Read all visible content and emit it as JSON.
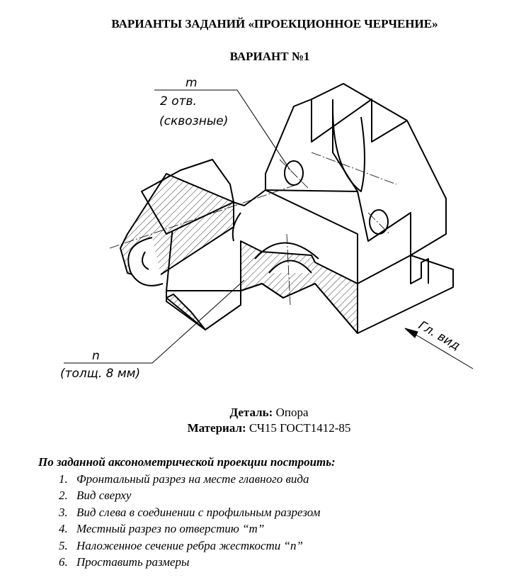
{
  "title": "ВАРИАНТЫ ЗАДАНИЙ  «ПРОЕКЦИОННОЕ ЧЕРЧЕНИЕ»",
  "variant": "ВАРИАНТ №1",
  "drawing": {
    "label_m": {
      "letter": "m",
      "line1": "2 отв.",
      "line2": "(сквозные)"
    },
    "label_n": {
      "letter": "n",
      "line1": "(толщ. 8 мм)"
    },
    "view_label": "Гл. вид"
  },
  "detail": {
    "label": "Деталь:",
    "value": "Опора"
  },
  "material": {
    "label": "Материал:",
    "value": "СЧ15 ГОСТ1412-85"
  },
  "task": {
    "heading": "По заданной аксонометрической проекции построить:",
    "items": [
      "Фронтальный разрез на месте главного вида",
      "Вид сверху",
      "Вид слева в соединении с профильным разрезом",
      "Местный разрез по отверстию “m”",
      "Наложенное сечение ребра жесткости “n”",
      "Проставить размеры"
    ]
  }
}
